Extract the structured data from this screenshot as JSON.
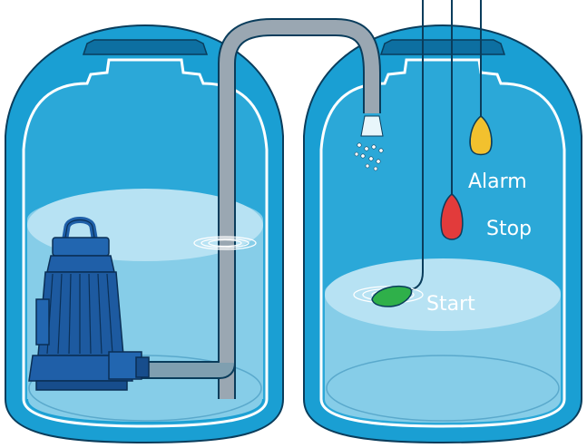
{
  "labels": {
    "alarm": "Alarm",
    "stop": "Stop",
    "start": "Start"
  },
  "colors": {
    "tank_outer": "#1a9fd3",
    "tank_dark": "#0d6fa1",
    "tank_inner": "#2aa6d6",
    "water_top": "#a8dbef",
    "water_body": "#7fc9e6",
    "pump": "#1f5fa8",
    "pipe": "#9aa7b2",
    "float_alarm": "#f2c12e",
    "float_stop": "#e23b3b",
    "float_start": "#2fb04a"
  },
  "icons": [
    "submersible-pump-icon",
    "water-splash-icon",
    "float-switch-icon"
  ]
}
